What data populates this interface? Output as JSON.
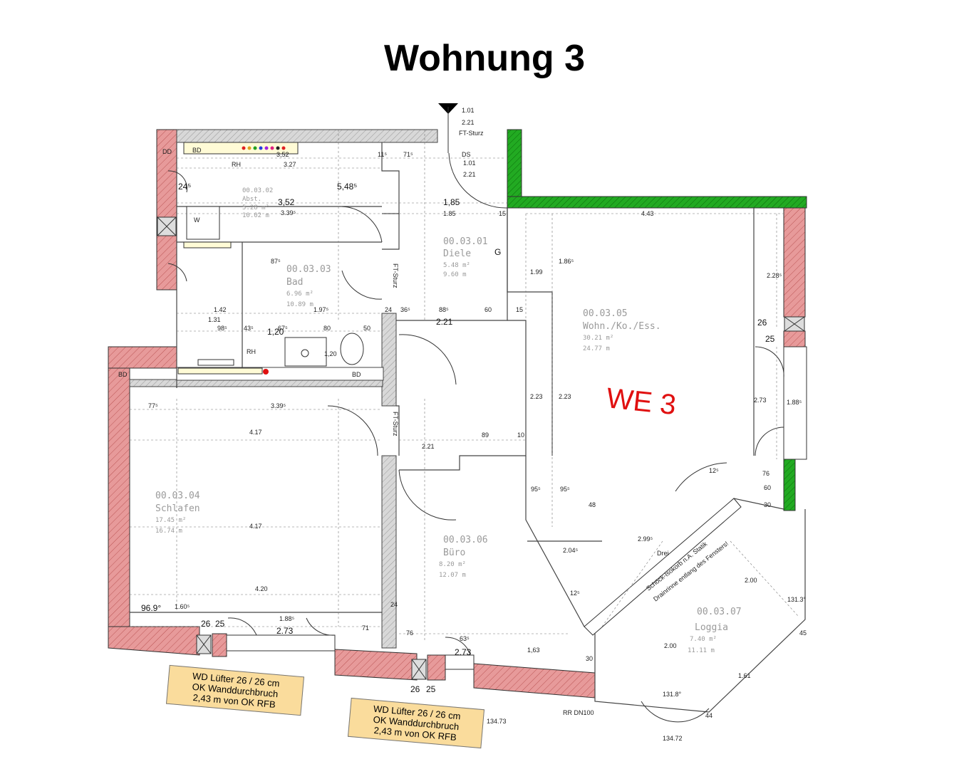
{
  "title": "Wohnung 3",
  "apartment_label": "WE 3",
  "colors": {
    "wall_hatch": "#e79a9a",
    "green_wall": "#22aa22",
    "note_bg": "#fadc9c",
    "accent_red": "#e01010"
  },
  "rooms": [
    {
      "id": "00.03.01",
      "name": "Diele",
      "area": "5.48 m²",
      "perimeter": "9.60 m"
    },
    {
      "id": "00.03.02",
      "name": "Abst.",
      "area": "5.28 m²",
      "perimeter": "10.02 m"
    },
    {
      "id": "00.03.03",
      "name": "Bad",
      "area": "6.96 m²",
      "perimeter": "10.89 m"
    },
    {
      "id": "00.03.04",
      "name": "Schlafen",
      "area": "17.45 m²",
      "perimeter": "16.74 m"
    },
    {
      "id": "00.03.05",
      "name": "Wohn./Ko./Ess.",
      "area": "30.21 m²",
      "perimeter": "24.77 m"
    },
    {
      "id": "00.03.06",
      "name": "Büro",
      "area": "8.20 m²",
      "perimeter": "12.07 m"
    },
    {
      "id": "00.03.07",
      "name": "Loggia",
      "area": "7.40 m²",
      "perimeter": "11.11 m"
    }
  ],
  "notes": [
    {
      "line1": "WD Lüfter 26 / 26 cm",
      "line2": "OK Wanddurchbruch",
      "line3": "2,43 m von OK RFB"
    },
    {
      "line1": "WD Lüfter 26 / 26 cm",
      "line2": "OK Wanddurchbruch",
      "line3": "2,43 m von OK RFB"
    }
  ],
  "dims": {
    "d1": "1.01",
    "d2": "2.21",
    "d3": "FT-Sturz",
    "d4": "3,52",
    "d5": "3.27",
    "d6": "RH",
    "d7": "11⁵",
    "d8": "71⁵",
    "d9": "DS",
    "d10": "1.01",
    "d11": "2.21",
    "d12": "5,48⁵",
    "d13": "1,85",
    "d14": "1.85",
    "d15": "15",
    "d16": "4.43",
    "d17": "24⁵",
    "d18": "3,52",
    "d19": "3.39⁵",
    "d20": "BD",
    "d21": "DD",
    "d22": "1.42",
    "d23": "1.97⁵",
    "d24": "24",
    "d25": "36⁵",
    "d26": "88⁵",
    "d27": "60",
    "d28": "15",
    "d29": "2.21",
    "d30": "98⁵",
    "d31": "43⁵",
    "d32": "67⁵",
    "d33": "80",
    "d34": "50",
    "d35": "1,20",
    "d36": "1,20",
    "d37": "RH",
    "d38": "BD",
    "d39": "BD",
    "d40": "77⁵",
    "d41": "3.39⁵",
    "d42": "4.17",
    "d43": "4.17",
    "d44": "4.20",
    "d45": "96.9°",
    "d46": "1.60⁵",
    "d47": "26",
    "d48": "25",
    "d49": "2.73",
    "d50": "1.88⁵",
    "d51": "71",
    "d52": "24",
    "d53": "76",
    "d54": "63⁵",
    "d55": "2.73",
    "d56": "1,63",
    "d57": "26",
    "d58": "25",
    "d59": "89",
    "d60": "10",
    "d61": "2.21",
    "d62": "48",
    "d63": "2.99⁵",
    "d64": "2.04⁵",
    "d65": "12⁵",
    "d66": "76",
    "d67": "60",
    "d68": "30",
    "d69": "2.00",
    "d70": "2.00",
    "d71": "131.3°",
    "d72": "131.8°",
    "d73": "45",
    "d74": "1.61",
    "d75": "44",
    "d76": "2.73",
    "d77": "1.88⁵",
    "d78": "26",
    "d79": "25",
    "d80": "2.28⁵",
    "d81": "1.86⁵",
    "d82": "1.99",
    "d83": "2.23",
    "d84": "2.23",
    "d85": "95⁵",
    "d86": "95⁵",
    "d87": "30",
    "d88": "12⁵",
    "d89": "RR DN100",
    "d90": "134.73",
    "d91": "134.72",
    "d92": "Schöck-Isokorb n.A. Statik",
    "d93": "Drainrinne entlang des Fensters!",
    "d94": "G",
    "d95": "W",
    "d96": "FT-Sturz",
    "d97": "FT-Sturz",
    "d98": "1.31",
    "d99": "87⁵",
    "d100": "Drei"
  }
}
